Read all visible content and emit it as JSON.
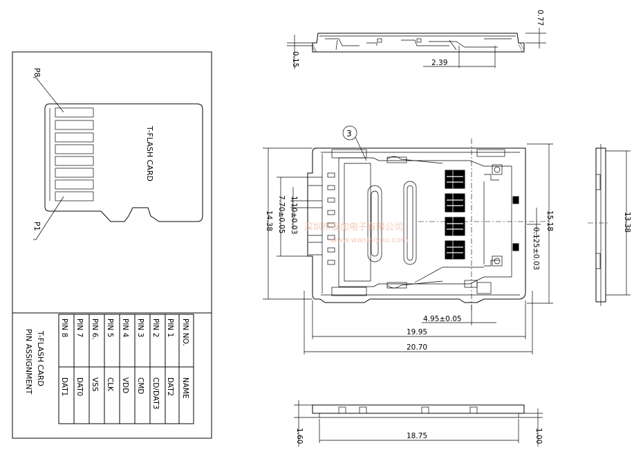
{
  "card": {
    "label": "T-FLASH CARD",
    "pin_top": "P8",
    "pin_bottom": "P1"
  },
  "pin_table": {
    "title_line1": "T-FLASH CARD",
    "title_line2": "PIN ASSIGNMENT",
    "header_pin": "PIN NO.",
    "header_name": "NAME",
    "rows": [
      {
        "pin": "PIN 1",
        "name": "DAT2"
      },
      {
        "pin": "PIN 2",
        "name": "CD/DAT3"
      },
      {
        "pin": "PIN 3",
        "name": "CMD"
      },
      {
        "pin": "PIN 4",
        "name": "VDD"
      },
      {
        "pin": "PIN 5",
        "name": "CLK"
      },
      {
        "pin": "PIN 6.",
        "name": "VSS"
      },
      {
        "pin": "PIN 7",
        "name": "DAT0"
      },
      {
        "pin": "PIN 8",
        "name": "DAT1"
      }
    ]
  },
  "dimensions": {
    "d_0_77": "0.77",
    "d_0_15": "0.15",
    "d_2_39": "2.39",
    "d_14_38": "14.38",
    "d_7_70": "7.70±0.05",
    "d_1_10": "1.10±0.03",
    "d_15_18": "15.18",
    "d_0_125": "0.125±0.03",
    "d_13_38": "13.38",
    "d_4_95": "4.95±0.05",
    "d_19_95": "19.95",
    "d_20_70": "20.70",
    "d_18_75": "18.75",
    "d_1_60": "1.60",
    "d_1_00": "1.00"
  },
  "callout": "3",
  "watermark": {
    "line1": "深圳市友加电子有限公司",
    "line2": "www.wanlaiyou.com"
  }
}
